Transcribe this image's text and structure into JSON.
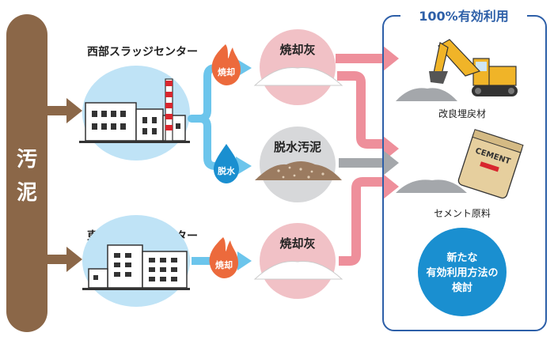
{
  "sludge_label": "汚\n泥",
  "west_center": {
    "name": "西部スラッジセンター"
  },
  "east_center": {
    "name": "東部スラッジセンター"
  },
  "processes": {
    "incineration": "焼却",
    "dewatering": "脱水"
  },
  "products": {
    "ash": "焼却灰",
    "dewatered_sludge": "脱水汚泥"
  },
  "utilization": {
    "title": "100%有効利用",
    "soil_improvement": "改良埋戻材",
    "cement_material": "セメント原料",
    "bag_text": "CEMENT",
    "new_methods": [
      "新たな",
      "有効利用方法の",
      "検討"
    ]
  },
  "colors": {
    "sludge_brown": "#8b6748",
    "blue_arrow": "#6cc5ec",
    "pink_arrow": "#ee8f9b",
    "gray_arrow": "#a4a7ab",
    "flame": "#ec6a3c",
    "water_drop": "#1a8fd0",
    "frame": "#2d5fa8",
    "circle_new": "#1a8fd0"
  }
}
